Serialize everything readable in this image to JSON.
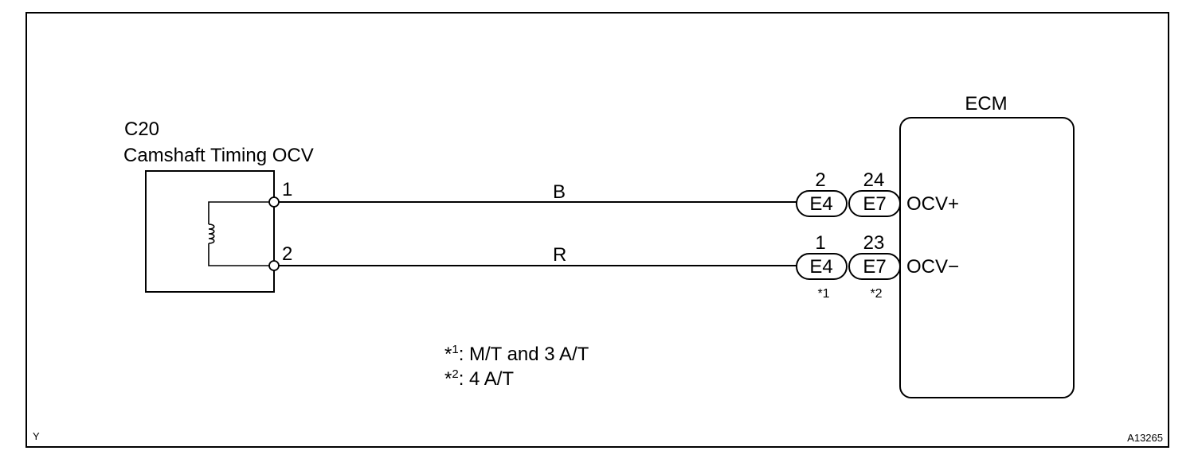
{
  "component": {
    "code": "C20",
    "name": "Camshaft Timing OCV",
    "pins": [
      "1",
      "2"
    ]
  },
  "wires": [
    {
      "color": "B",
      "from_pin": "1",
      "ecm_pins": [
        "2",
        "24"
      ],
      "connectors": [
        "E4",
        "E7"
      ],
      "signal": "OCV+"
    },
    {
      "color": "R",
      "from_pin": "2",
      "ecm_pins": [
        "1",
        "23"
      ],
      "connectors": [
        "E4",
        "E7"
      ],
      "signal": "OCV−"
    }
  ],
  "connector_notes": [
    "*1",
    "*2"
  ],
  "ecm": {
    "label": "ECM"
  },
  "footnotes": [
    {
      "mark": "*",
      "sup": "1",
      "text": ": M/T and 3 A/T"
    },
    {
      "mark": "*",
      "sup": "2",
      "text": ": 4 A/T"
    }
  ],
  "corner_left": "Y",
  "corner_right": "A13265"
}
